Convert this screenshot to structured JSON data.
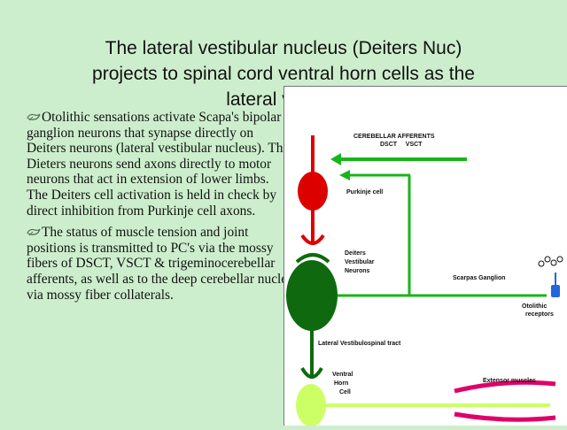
{
  "title": "The lateral vestibular nucleus (Deiters Nuc)\nprojects to spinal cord ventral horn cells as the\nlateral vestibu",
  "bullets": [
    "Otolithic sensations activate Scapa's bipolar ganglion neurons that synapse directly on Deiters neurons (lateral vestibular nucleus).  The Dieters neurons send axons directly to motor neurons that act in extension of lower limbs.  The Deiters cell activation is held in check by direct inhibition from Purkinje cell axons.",
    "The status of muscle tension and joint positions is transmitted to PC's via the mossy fibers of DSCT, VSCT & trigeminocerebellar afferents, as well as to the deep cerebellar nuclei via mossy fiber collaterals."
  ],
  "diagram": {
    "labels": {
      "cerebellar_afferents": "CEREBELLAR AFFERENTS",
      "dsct_vsct": "DSCT     VSCT",
      "purkinje": "Purkinje cell",
      "deiters_1": "Deiters",
      "deiters_2": "Vestibular",
      "deiters_3": "Neurons",
      "scarpas": "Scarpas Ganglion",
      "otolithic_1": "Otolithic",
      "otolithic_2": "receptors",
      "tract": "Lateral Vestibulospinal tract",
      "ventral_1": "Ventral",
      "ventral_2": "Horn",
      "ventral_3": "Cell",
      "extensor": "Extensor muscles"
    },
    "colors": {
      "purkinje": "#dd0000",
      "deiters": "#0f6a0f",
      "afferent_green": "#19b419",
      "ventral_horn": "#ccff66",
      "muscle": "#e0006a",
      "receptor": "#2266dd"
    }
  }
}
